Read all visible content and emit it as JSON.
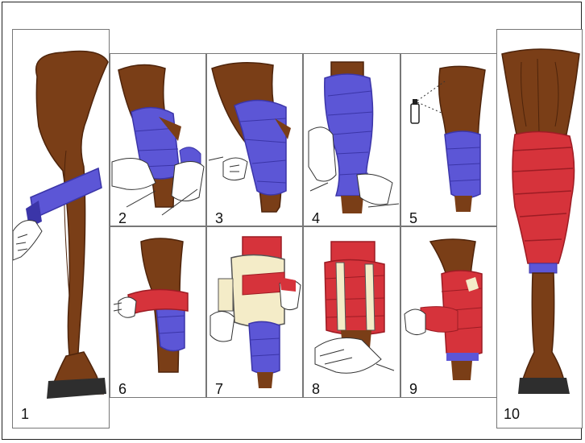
{
  "colors": {
    "leg": "#7a3e17",
    "leg_shade": "#4e240b",
    "hoof": "#2e2e2e",
    "blue_wrap": "#5c56d6",
    "blue_dark": "#3b35a8",
    "red_wrap": "#d6333b",
    "red_dark": "#9c1c24",
    "padding": "#f4ecc8",
    "hand": "#ffffff"
  },
  "steps": [
    {
      "label": "1",
      "icon": "foreleg-first-wrap-icon"
    },
    {
      "label": "2",
      "icon": "wrapping-blue-bandage-icon"
    },
    {
      "label": "3",
      "icon": "wrapping-blue-bandage-icon"
    },
    {
      "label": "4",
      "icon": "smoothing-blue-bandage-icon"
    },
    {
      "label": "5",
      "icon": "spray-can-icon"
    },
    {
      "label": "6",
      "icon": "applying-red-wrap-icon"
    },
    {
      "label": "7",
      "icon": "applying-padding-icon"
    },
    {
      "label": "8",
      "icon": "padding-layer-icon"
    },
    {
      "label": "9",
      "icon": "finishing-red-wrap-icon"
    },
    {
      "label": "10",
      "icon": "completed-red-wrap-icon"
    }
  ]
}
